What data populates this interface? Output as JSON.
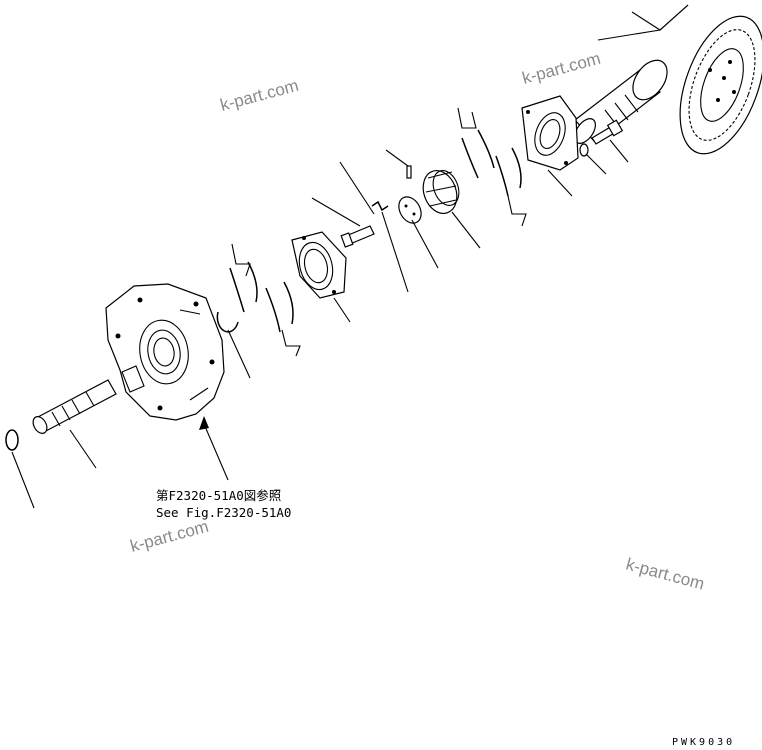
{
  "reference": {
    "jp": "第F2320-51A0図参照",
    "en": "See Fig.F2320-51A0"
  },
  "watermarks": [
    "k-part.com",
    "k-part.com",
    "k-part.com",
    "k-part.com"
  ],
  "drawing_code": "PWK9030"
}
